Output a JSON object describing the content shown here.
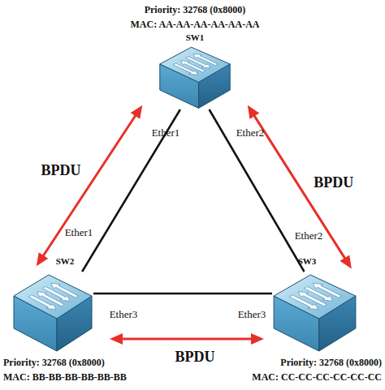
{
  "diagram": {
    "nodes": [
      {
        "text": [
          "Priority: 32768 (0x8000)",
          "MAC: AA-AA-AA-AA-AA-AA",
          "SW1"
        ]
      },
      {
        "text": [
          "SW2",
          "Priority: 32768 (0x8000)",
          "MAC: BB-BB-BB-BB-BB-BB"
        ]
      },
      {
        "text": [
          "SW3",
          "Priority: 32768 (0x8000)",
          "MAC: CC-CC-CC-CC-CC-CC"
        ]
      }
    ],
    "edges": [
      {
        "from": 0,
        "to": 1,
        "arrow": "none"
      },
      {
        "from": 0,
        "to": 2,
        "arrow": "none"
      },
      {
        "from": 1,
        "to": 2,
        "arrow": "none"
      },
      {
        "from": 0,
        "to": 1,
        "label": "BPDU",
        "arrow": "both"
      },
      {
        "from": 0,
        "to": 2,
        "label": "BPDU",
        "arrow": "both"
      },
      {
        "from": 1,
        "to": 2,
        "label": "BPDU",
        "arrow": "both"
      }
    ],
    "labels": [
      "Ether1",
      "Ether2",
      "Ether1",
      "Ether3",
      "Ether2",
      "Ether3"
    ]
  }
}
